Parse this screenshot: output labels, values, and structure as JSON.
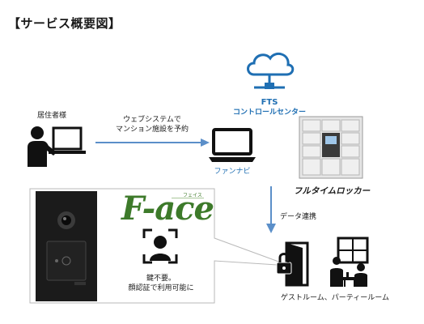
{
  "title": "【サービス概要図】",
  "fts": {
    "line1": "FTS",
    "line2": "コントロールセンター"
  },
  "resident": {
    "label": "居住者様"
  },
  "arrow_top": {
    "line1": "ウェブシステムで",
    "line2": "マンション施設を予約"
  },
  "fannavi": {
    "label": "ファンナビ"
  },
  "locker": {
    "label": "フルタイムロッカー"
  },
  "data_link": {
    "label": "データ連携"
  },
  "face": {
    "logo": "F-ace",
    "ruby": "フェイス",
    "line1": "鍵不要。",
    "line2": "顔認証で利用可能に"
  },
  "rooms": {
    "label": "ゲストルーム、パーティールーム"
  },
  "colors": {
    "arrow": "#5b8fc9",
    "fts_blue": "#1f6fb3",
    "face_green": "#3d7a2a"
  }
}
